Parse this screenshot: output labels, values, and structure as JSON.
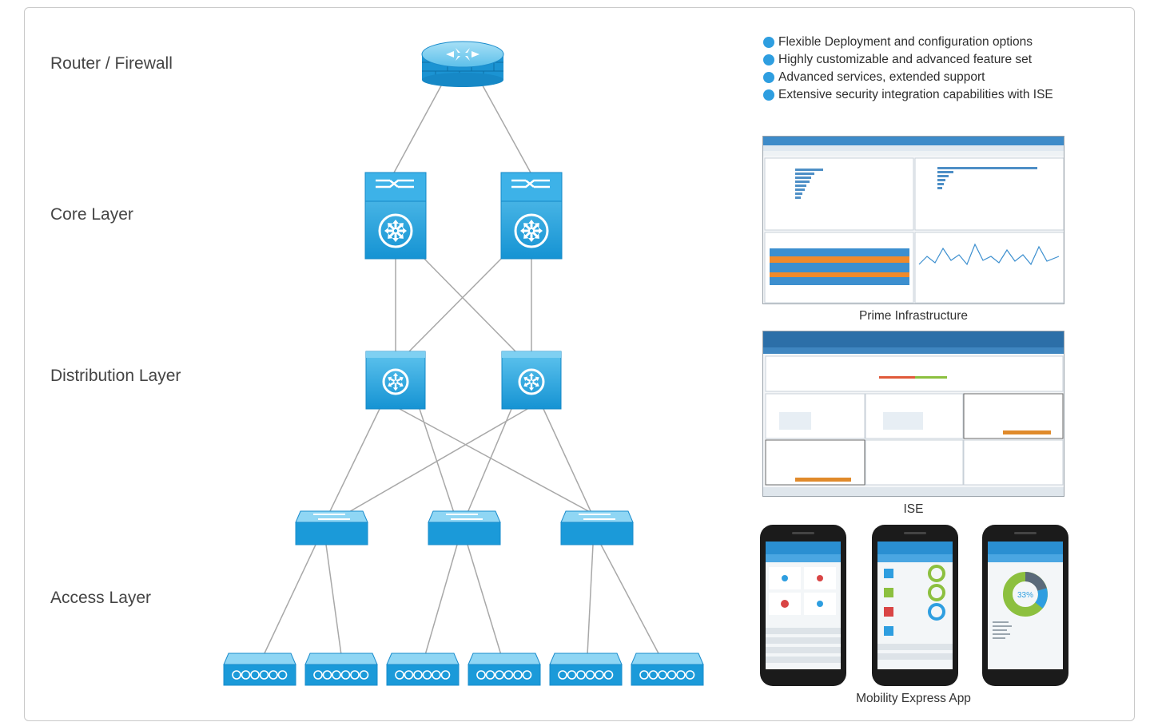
{
  "layers": {
    "router": "Router / Firewall",
    "core": "Core Layer",
    "distribution": "Distribution Layer",
    "access": "Access Layer"
  },
  "features": [
    "Flexible Deployment and configuration options",
    "Highly customizable and advanced feature set",
    "Advanced services, extended support",
    "Extensive security integration capabilities with ISE"
  ],
  "captions": {
    "prime": "Prime Infrastructure",
    "ise": "ISE",
    "mobility": "Mobility Express App"
  },
  "mobility_percent": "33%",
  "colors": {
    "device_blue": "#1ba0dc",
    "device_light": "#6cc9ee",
    "link_gray": "#a8a8a8",
    "bullet_blue": "#2e9ee0"
  }
}
